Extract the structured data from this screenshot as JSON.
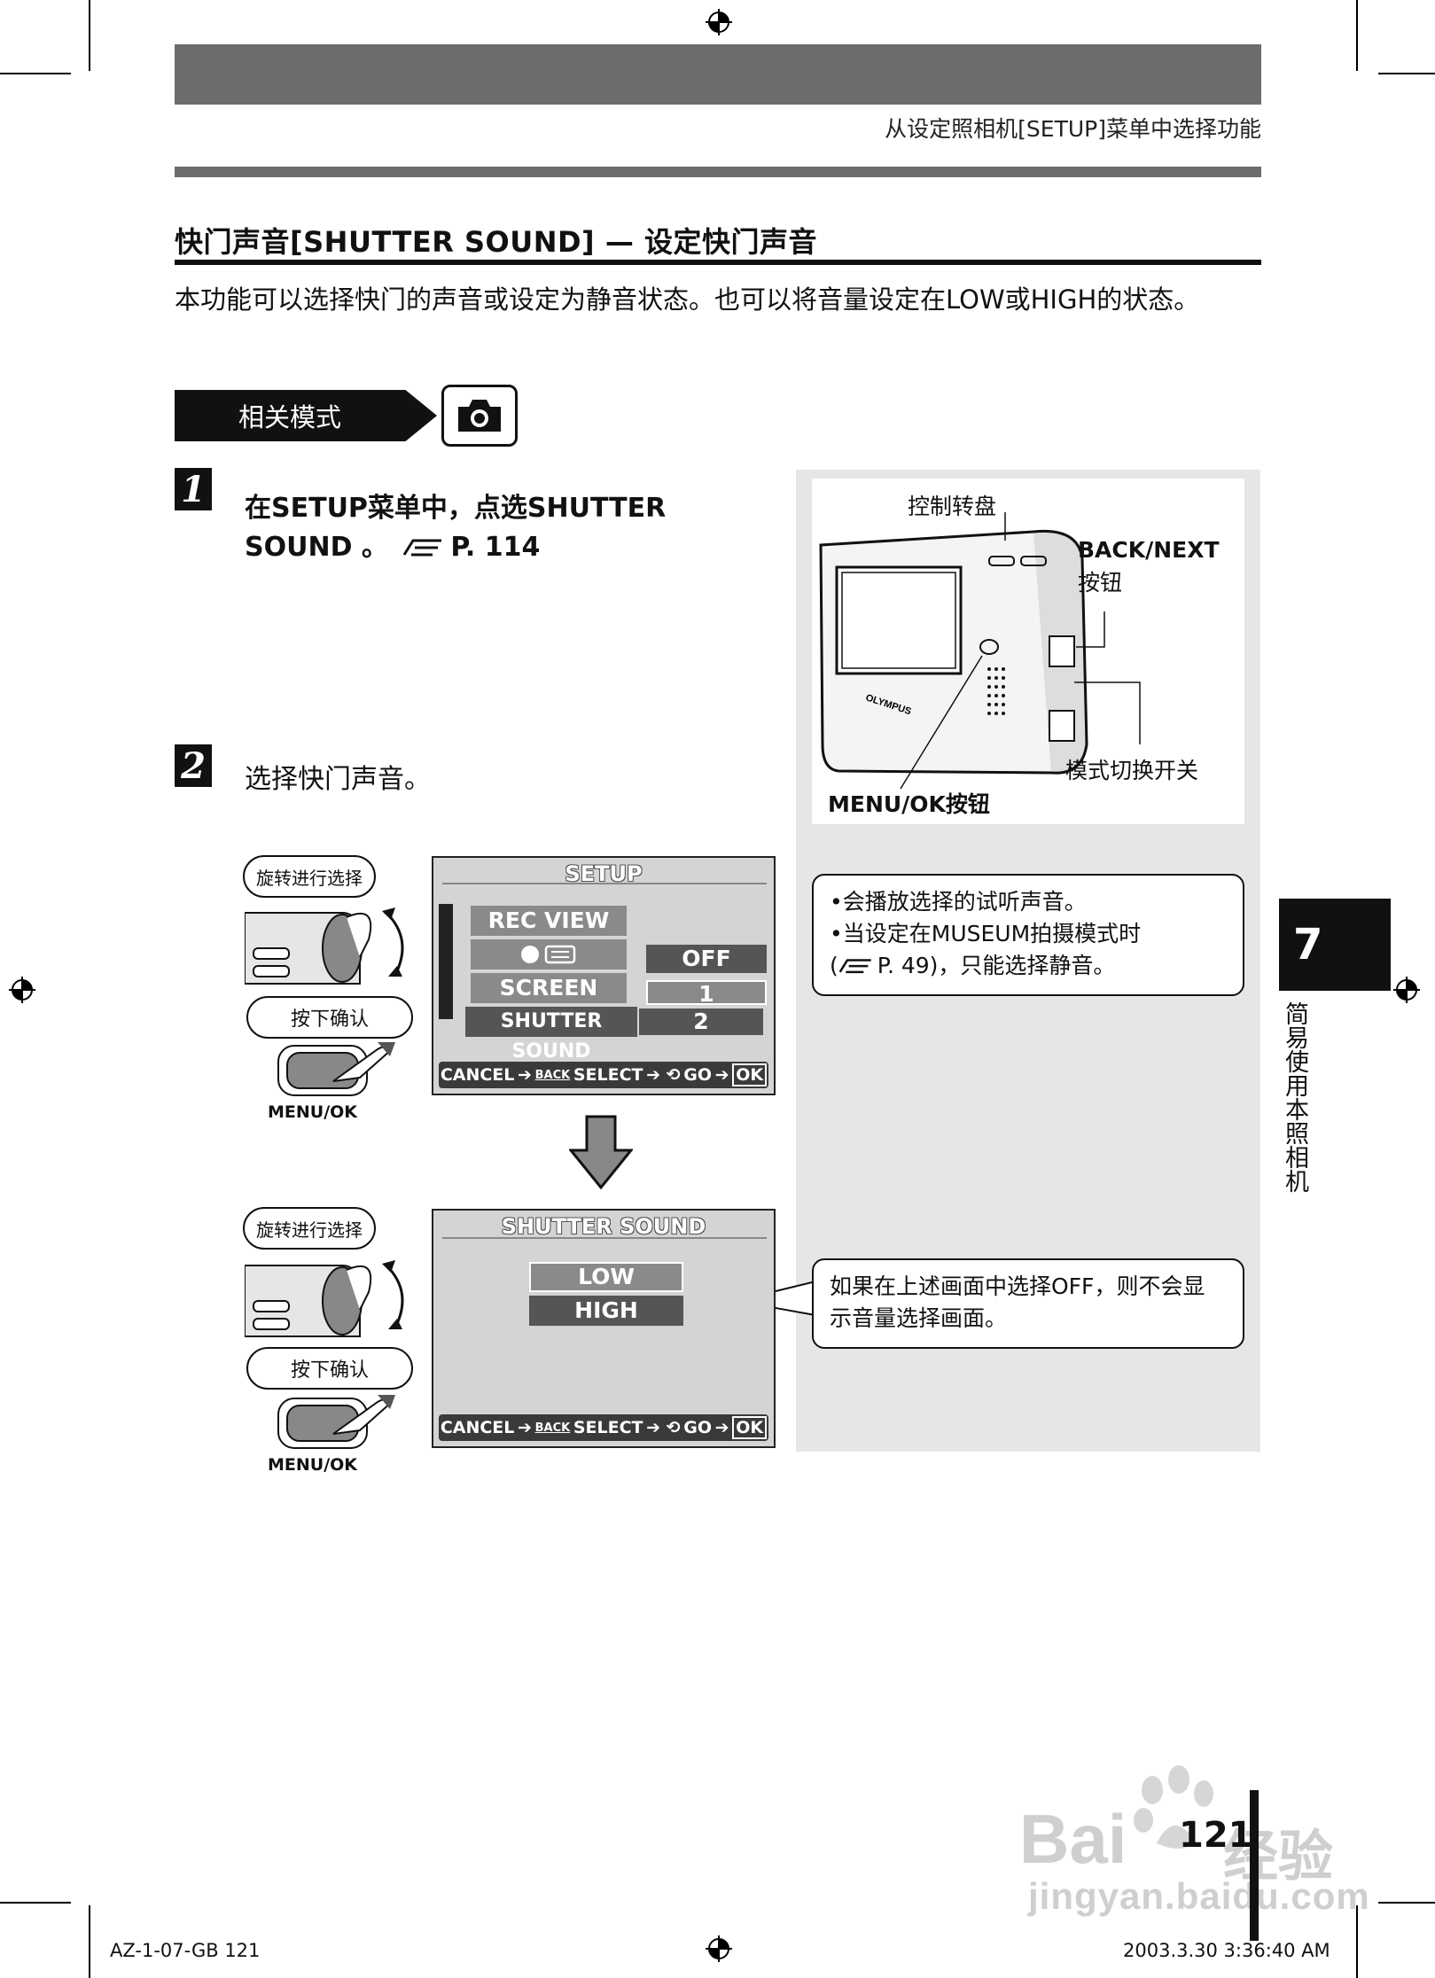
{
  "header": {
    "section_title": "从设定照相机[SETUP]菜单中选择功能"
  },
  "title": "快门声音[SHUTTER SOUND] — 设定快门声音",
  "intro": "本功能可以选择快门的声音或设定为静音状态。也可以将音量设定在LOW或HIGH的状态。",
  "mode": {
    "label": "相关模式",
    "icon": "camera-icon"
  },
  "steps": [
    {
      "num": "1",
      "line1": "在SETUP菜单中，点选SHUTTER",
      "line2": "SOUND 。",
      "ref": "P. 114"
    },
    {
      "num": "2",
      "line1": "选择快门声音。"
    }
  ],
  "camera_labels": {
    "dial": "控制转盘",
    "back_next": "BACK/NEXT",
    "back_next_sub": "按钮",
    "mode_switch": "模式切换开关",
    "menu_ok": "MENU/OK按钮",
    "brand": "OLYMPUS"
  },
  "note1": {
    "line1": "•会播放选择的试听声音。",
    "line2": "•当设定在MUSEUM拍摄模式时",
    "line3_ref": "P. 49)，只能选择静音。",
    "line3_prefix": "("
  },
  "note2": {
    "text": "如果在上述画面中选择OFF，则不会显示音量选择画面。"
  },
  "gesture": {
    "rotate": "旋转进行选择",
    "press": "按下确认",
    "button": "MENU/OK"
  },
  "screen1": {
    "title": "SETUP",
    "menu": [
      "REC VIEW",
      "",
      "SCREEN",
      "SHUTTER SOUND"
    ],
    "values": [
      "OFF",
      "1",
      "2"
    ],
    "footer": {
      "cancel": "CANCEL",
      "back": "BACK",
      "select": "SELECT",
      "go": "GO",
      "ok": "OK"
    }
  },
  "screen2": {
    "title": "SHUTTER SOUND",
    "options": [
      "LOW",
      "HIGH"
    ],
    "footer": {
      "cancel": "CANCEL",
      "back": "BACK",
      "select": "SELECT",
      "go": "GO",
      "ok": "OK"
    }
  },
  "side_tab": {
    "num": "7",
    "text": "简易使用本照相机"
  },
  "page_number": "121",
  "footer": {
    "left": "AZ-1-07-GB   121",
    "right": "2003.3.30   3:36:40 AM"
  },
  "watermark": {
    "brand": "Bai",
    "brand2": "经验",
    "url": "jingyan.baidu.com"
  }
}
